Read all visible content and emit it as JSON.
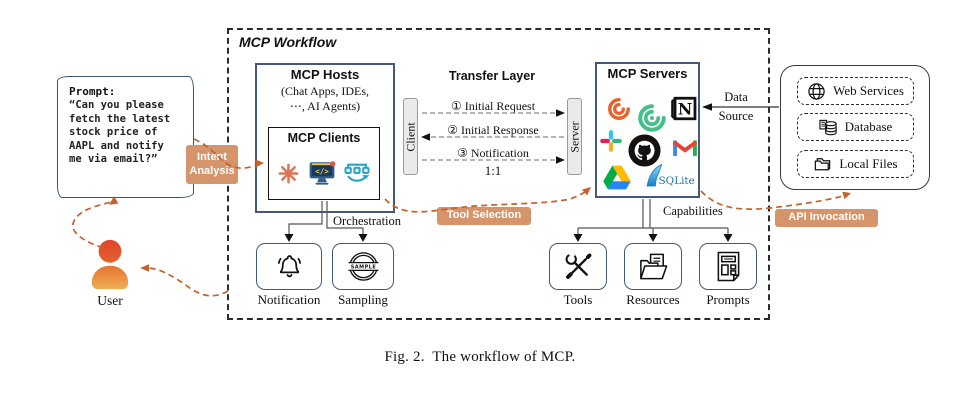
{
  "meta": {
    "caption": "Fig. 2.  The workflow of MCP."
  },
  "workflow": {
    "title": "MCP Workflow"
  },
  "prompt_note": {
    "title": "Prompt:",
    "lines": [
      "“Can you please",
      "fetch the latest",
      "stock price of",
      "AAPL and notify",
      "me via email?”"
    ]
  },
  "user": {
    "label": "User"
  },
  "badges": {
    "intent_analysis": {
      "line1": "Intent",
      "line2": "Analysis"
    },
    "tool_selection": "Tool Selection",
    "api_invocation": "API Invocation"
  },
  "hosts": {
    "title": "MCP Hosts",
    "subtitle1": "(Chat Apps, IDEs,",
    "subtitle2": "⋯, AI Agents)",
    "clients": {
      "title": "MCP Clients",
      "icons": [
        "claude-logo",
        "code-editor",
        "automation-flow"
      ]
    }
  },
  "transfer": {
    "title": "Transfer Layer",
    "client": "Client",
    "server": "Server",
    "messages": [
      "① Initial Request",
      "② Initial Response",
      "③ Notification"
    ],
    "ratio": "1:1"
  },
  "servers": {
    "title": "MCP Servers",
    "icons": [
      "grafana",
      "green-swirl",
      "notion",
      "slack",
      "github",
      "gmail",
      "google-drive",
      "sqlite"
    ],
    "sqlite_text": "SQLite"
  },
  "data_source": {
    "line1": "Data",
    "line2": "Source"
  },
  "external": {
    "items": [
      {
        "label": "Web Services",
        "icon": "globe"
      },
      {
        "label": "Database",
        "icon": "database"
      },
      {
        "label": "Local Files",
        "icon": "folder"
      }
    ]
  },
  "host_capabilities": {
    "connector_label": "Orchestration",
    "stamp_text": "SAMPLE",
    "items": [
      {
        "label": "Notification",
        "icon": "bell"
      },
      {
        "label": "Sampling",
        "icon": "sample-stamp"
      }
    ]
  },
  "server_capabilities": {
    "connector_label": "Capabilities",
    "items": [
      {
        "label": "Tools",
        "icon": "crossed-tools"
      },
      {
        "label": "Resources",
        "icon": "resources-folder"
      },
      {
        "label": "Prompts",
        "icon": "prompt-document"
      }
    ]
  },
  "colors": {
    "accent_orange": "#C4622D",
    "badge_bg": "#D6946B",
    "box_border_navy": "#44597A"
  }
}
